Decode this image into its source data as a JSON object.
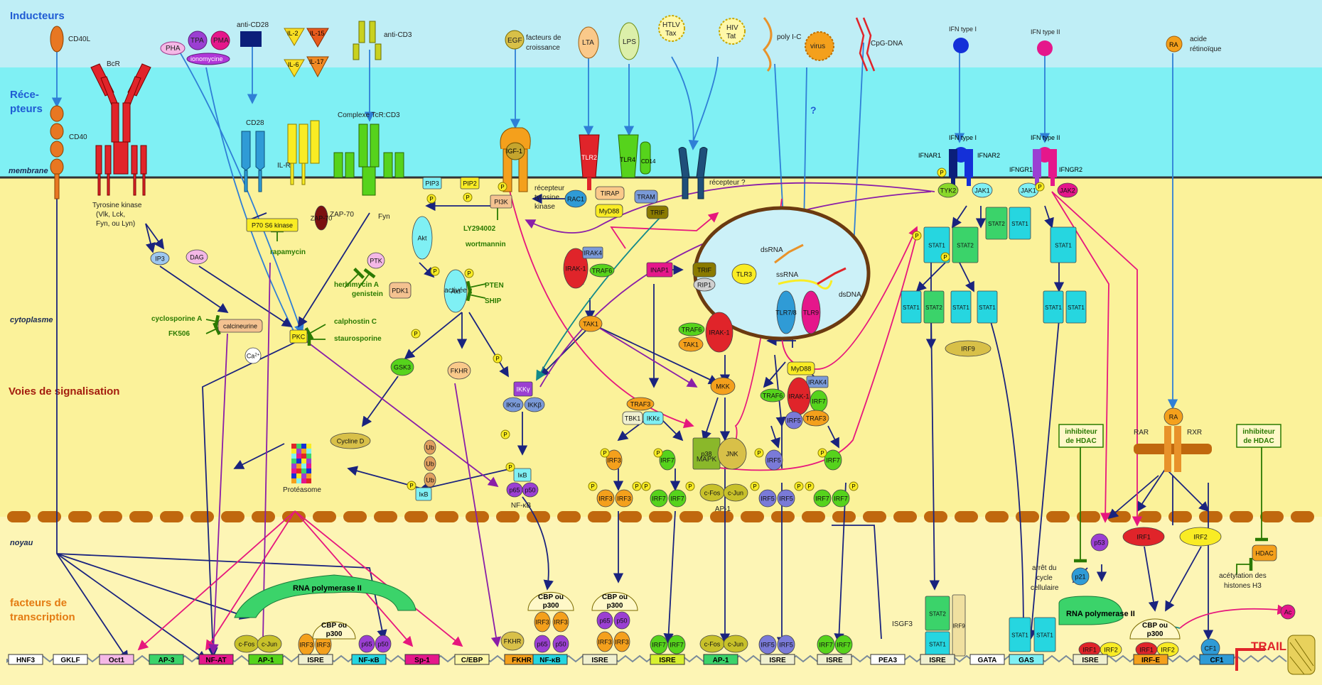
{
  "zones": {
    "inducteurs": "Inducteurs",
    "recepteurs_1": "Réce-",
    "recepteurs_2": "pteurs",
    "membrane": "membrane",
    "cytoplasme": "cytoplasme",
    "voies": "Voies de signalisation",
    "noyau": "noyau",
    "facteurs_1": "facteurs de",
    "facteurs_2": "transcription"
  },
  "colors": {
    "sky": "#bfeef6",
    "receptor_band": "#7ff0f4",
    "cytoplasm": "#fbf29a",
    "nucleus": "#fdf5b5",
    "membrane_line": "#333333",
    "nuclear_pore": "#c0680e",
    "arrow_navy": "#1a237e",
    "arrow_blue": "#2f7fd6",
    "arrow_magenta": "#e6177d",
    "arrow_purple": "#8a1ea8",
    "zone_blue": "#1f5bd4",
    "zone_dark": "#1a2a55",
    "zone_red": "#a31d0e",
    "zone_orange": "#e47b12"
  },
  "inducers": {
    "cd40l": "CD40L",
    "pha": "PHA",
    "tpa": "TPA",
    "pma": "PMA",
    "ionomycine": "ionomycine",
    "anti_cd28": "anti-CD28",
    "il2": "IL-2",
    "il15": "IL-15",
    "il6": "IL-6",
    "il17": "IL-17",
    "anti_cd3": "anti-CD3",
    "egf": "EGF",
    "facteurs_croissance_1": "facteurs de",
    "facteurs_croissance_2": "croissance",
    "lta": "LTA",
    "lps": "LPS",
    "htlv_1": "HTLV",
    "htlv_2": "Tax",
    "hiv_1": "HIV",
    "hiv_2": "Tat",
    "poly_ic": "poly I-C",
    "virus": "virus",
    "cpg": "CpG-DNA",
    "ifn1": "IFN type I",
    "ifn2": "IFN type II",
    "ra": "RA",
    "acide_1": "acide",
    "acide_2": "rétinoïque"
  },
  "receptors": {
    "bcr": "BcR",
    "cd40": "CD40",
    "cd28": "CD28",
    "ilr": "IL-R",
    "tcr": "Complexe TcR:CD3",
    "igf": "IGF-1",
    "rtk_1": "récepteur",
    "rtk_2": "tyrosine",
    "rtk_3": "kinase",
    "tlr2": "TLR2",
    "tlr4": "TLR4",
    "cd14": "CD14",
    "recepteur_q": "récepteur ?",
    "question": "?",
    "ifnar1": "IFNAR1",
    "ifnar2": "IFNAR2",
    "ifn1_bound": "IFN type I",
    "ifngr1": "IFNGR1",
    "ifngr2": "IFNGR2",
    "ifn2_bound": "IFN type II"
  },
  "cytoplasm": {
    "tyrosine_kinase_1": "Tyrosine kinase",
    "tyrosine_kinase_2": "(Vlk, Lck,",
    "tyrosine_kinase_3": "Fyn, ou Lyn)",
    "ip3": "IP3",
    "dag": "DAG",
    "p70": "P70 S6 kinase",
    "rapamycin": "rapamycin",
    "zap70": "ZAP-70",
    "fyn": "Fyn",
    "ptk": "PTK",
    "herbimycin": "herbimycin A",
    "genistein": "genistein",
    "calcineurine": "calcineurine",
    "cyclosporine": "cyclosporine A",
    "fk506": "FK506",
    "ca": "Ca",
    "ca_sup": "2+",
    "pkc": "PKC",
    "calphostin": "calphostin C",
    "staurosporine": "staurosporine",
    "pip3": "PIP3",
    "pip2": "PIP2",
    "pi3k": "PI3K",
    "ly": "LY294002",
    "wortmannin": "wortmannin",
    "akt": "Akt",
    "pdk1": "PDK1",
    "akt_act_1": "Akt",
    "akt_act_2": "activée",
    "pten": "PTEN",
    "ship": "SHIP",
    "gsk3": "GSK3",
    "fkhr": "FKHR",
    "cyclind": "Cycline D",
    "proteasome": "Protéasome",
    "ub": "Ub",
    "ikb": "IκB",
    "ikkg": "IKKγ",
    "ikka": "IKKα",
    "ikkb": "IKKβ",
    "p65": "p65",
    "p50": "p50",
    "nfkb": "NF-κB",
    "p": "P",
    "rac1": "RAC1",
    "tirap": "TIRAP",
    "tram": "TRAM",
    "myd88": "MyD88",
    "trif": "TRIF",
    "irak1": "IRAK-1",
    "irak4": "IRAK4",
    "traf6": "TRAF6",
    "tak1": "TAK1",
    "inap1": "INAP1",
    "rip1": "RIP1",
    "tlr3": "TLR3",
    "dsrna": "dsRNA",
    "ssrna": "ssRNA",
    "dsdna": "dsDNA",
    "tlr78": "TLR7/8",
    "tlr9": "TLR9",
    "traf3": "TRAF3",
    "tbk1": "TBK1",
    "ikke": "IKKε",
    "irf3": "IRF3",
    "irf5": "IRF5",
    "irf7": "IRF7",
    "mkk": "MKK",
    "p38_1": "p38",
    "p38_2": "MAPK",
    "jnk": "JNK",
    "cfos": "c-Fos",
    "cjun": "c-Jun",
    "ap1": "AP-1",
    "tyk2": "TYK2",
    "jak1": "JAK1",
    "jak2": "JAK2",
    "stat1": "STAT1",
    "stat2": "STAT2",
    "irf9": "IRF9",
    "ra": "RA",
    "rar": "RAR",
    "rxr": "RXR",
    "inhib_1": "inhibiteur",
    "inhib_2": "de HDAC"
  },
  "nucleus": {
    "rnapol": "RNA polymerase II",
    "cbp_1": "CBP ou",
    "cbp_2": "p300",
    "p53": "p53",
    "p21": "p21",
    "arret_1": "arrêt du",
    "arret_2": "cycle",
    "arret_3": "cellulaire",
    "irf1": "IRF1",
    "irf2": "IRF2",
    "hdac": "HDAC",
    "acet_1": "acétylation des",
    "acet_2": "histones H3",
    "isgf3": "ISGF3",
    "cf1": "CF1",
    "ac": "Ac",
    "trail": "TRAIL"
  },
  "promoter_sites": [
    "HNF3",
    "GKLF",
    "Oct1",
    "AP-3",
    "NF-AT",
    "AP-1",
    "ISRE",
    "NF-κB",
    "Sp-1",
    "C/EBP",
    "FKHR",
    "NF-κB",
    "ISRE",
    "ISRE",
    "AP-1",
    "ISRE",
    "ISRE",
    "PEA3",
    "ISRE",
    "GATA",
    "GAS",
    "ISRE",
    "IRF-E",
    "CF1"
  ]
}
